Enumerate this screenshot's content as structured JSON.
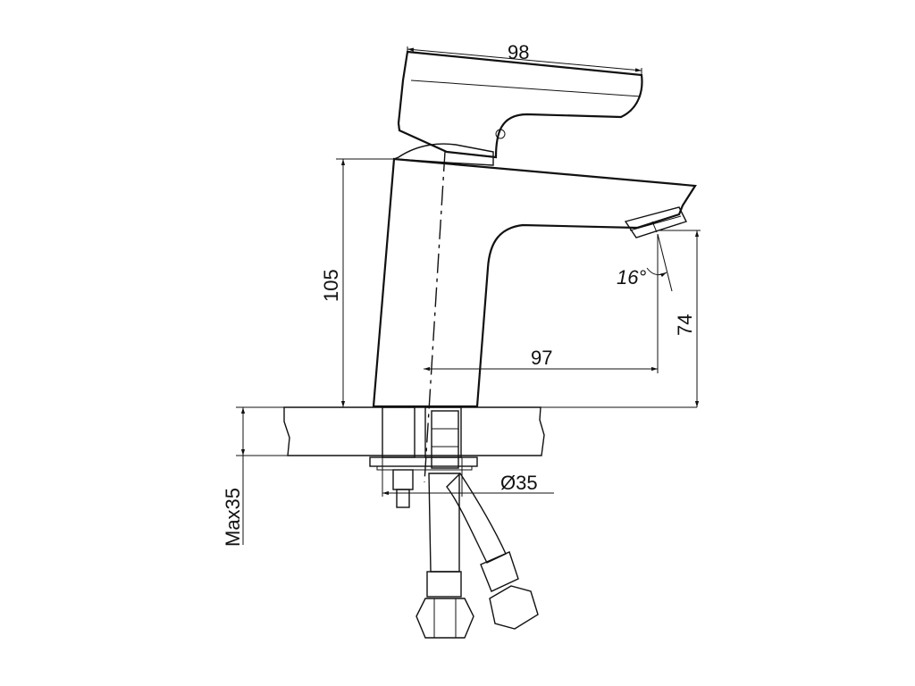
{
  "dimensions": {
    "handle_length": "98",
    "body_height": "105",
    "spout_reach": "97",
    "spout_height": "74",
    "spray_angle": "16°",
    "mount_hole": "Ø35",
    "max_countertop": "Max35"
  }
}
